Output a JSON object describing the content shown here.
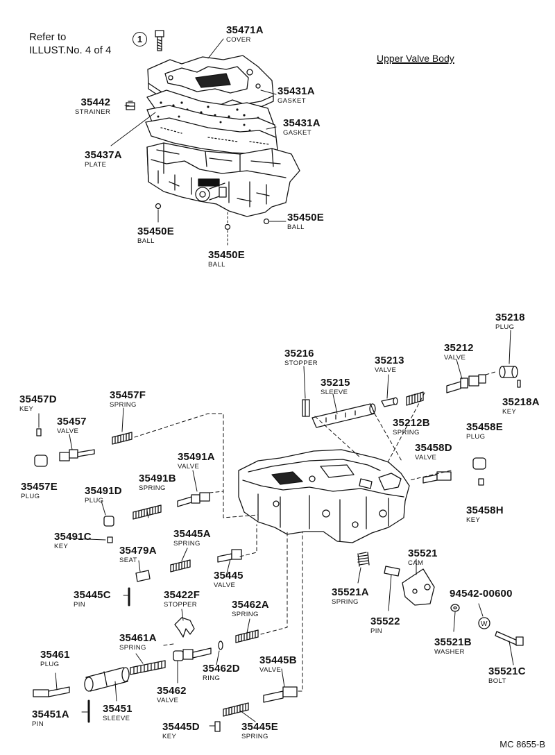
{
  "header": {
    "refer_line1": "Refer to",
    "refer_line2": "ILLUST.No. 4 of 4",
    "callout_number": "1"
  },
  "section_title": "Upper Valve Body",
  "footer_code": "MC 8655-B",
  "parts": [
    {
      "id": "p35471A",
      "number": "35471A",
      "name": "COVER"
    },
    {
      "id": "p35442",
      "number": "35442",
      "name": "STRAINER"
    },
    {
      "id": "p35431A_1",
      "number": "35431A",
      "name": "GASKET"
    },
    {
      "id": "p35431A_2",
      "number": "35431A",
      "name": "GASKET"
    },
    {
      "id": "p35437A",
      "number": "35437A",
      "name": "PLATE"
    },
    {
      "id": "p35450E_1",
      "number": "35450E",
      "name": "BALL"
    },
    {
      "id": "p35450E_2",
      "number": "35450E",
      "name": "BALL"
    },
    {
      "id": "p35450E_3",
      "number": "35450E",
      "name": "BALL"
    },
    {
      "id": "p35218",
      "number": "35218",
      "name": "PLUG"
    },
    {
      "id": "p35216",
      "number": "35216",
      "name": "STOPPER"
    },
    {
      "id": "p35212",
      "number": "35212",
      "name": "VALVE"
    },
    {
      "id": "p35213",
      "number": "35213",
      "name": "VALVE"
    },
    {
      "id": "p35215",
      "number": "35215",
      "name": "SLEEVE"
    },
    {
      "id": "p35218A",
      "number": "35218A",
      "name": "KEY"
    },
    {
      "id": "p35212B",
      "number": "35212B",
      "name": "SPRING"
    },
    {
      "id": "p35457D",
      "number": "35457D",
      "name": "KEY"
    },
    {
      "id": "p35457F",
      "number": "35457F",
      "name": "SPRING"
    },
    {
      "id": "p35457",
      "number": "35457",
      "name": "VALVE"
    },
    {
      "id": "p35458E",
      "number": "35458E",
      "name": "PLUG"
    },
    {
      "id": "p35458D",
      "number": "35458D",
      "name": "VALVE"
    },
    {
      "id": "p35491A",
      "number": "35491A",
      "name": "VALVE"
    },
    {
      "id": "p35457E",
      "number": "35457E",
      "name": "PLUG"
    },
    {
      "id": "p35491B",
      "number": "35491B",
      "name": "SPRING"
    },
    {
      "id": "p35491D",
      "number": "35491D",
      "name": "PLUG"
    },
    {
      "id": "p35458H",
      "number": "35458H",
      "name": "KEY"
    },
    {
      "id": "p35445A",
      "number": "35445A",
      "name": "SPRING"
    },
    {
      "id": "p35491C",
      "number": "35491C",
      "name": "KEY"
    },
    {
      "id": "p35479A",
      "number": "35479A",
      "name": "SEAT"
    },
    {
      "id": "p35521",
      "number": "35521",
      "name": "CAM"
    },
    {
      "id": "p35445",
      "number": "35445",
      "name": "VALVE"
    },
    {
      "id": "p35521A",
      "number": "35521A",
      "name": "SPRING"
    },
    {
      "id": "p35445C",
      "number": "35445C",
      "name": "PIN"
    },
    {
      "id": "p35422F",
      "number": "35422F",
      "name": "STOPPER"
    },
    {
      "id": "p94542",
      "number": "94542-00600",
      "name": ""
    },
    {
      "id": "p35522",
      "number": "35522",
      "name": "PIN"
    },
    {
      "id": "p35462A",
      "number": "35462A",
      "name": "SPRING"
    },
    {
      "id": "p35521B",
      "number": "35521B",
      "name": "WASHER"
    },
    {
      "id": "p35461A",
      "number": "35461A",
      "name": "SPRING"
    },
    {
      "id": "p35461",
      "number": "35461",
      "name": "PLUG"
    },
    {
      "id": "p35445B",
      "number": "35445B",
      "name": "VALVE"
    },
    {
      "id": "p35462D",
      "number": "35462D",
      "name": "RING"
    },
    {
      "id": "p35521C",
      "number": "35521C",
      "name": "BOLT"
    },
    {
      "id": "p35462",
      "number": "35462",
      "name": "VALVE"
    },
    {
      "id": "p35451",
      "number": "35451",
      "name": "SLEEVE"
    },
    {
      "id": "p35451A",
      "number": "35451A",
      "name": "PIN"
    },
    {
      "id": "p35445D",
      "number": "35445D",
      "name": "KEY"
    },
    {
      "id": "p35445E",
      "number": "35445E",
      "name": "SPRING"
    }
  ]
}
